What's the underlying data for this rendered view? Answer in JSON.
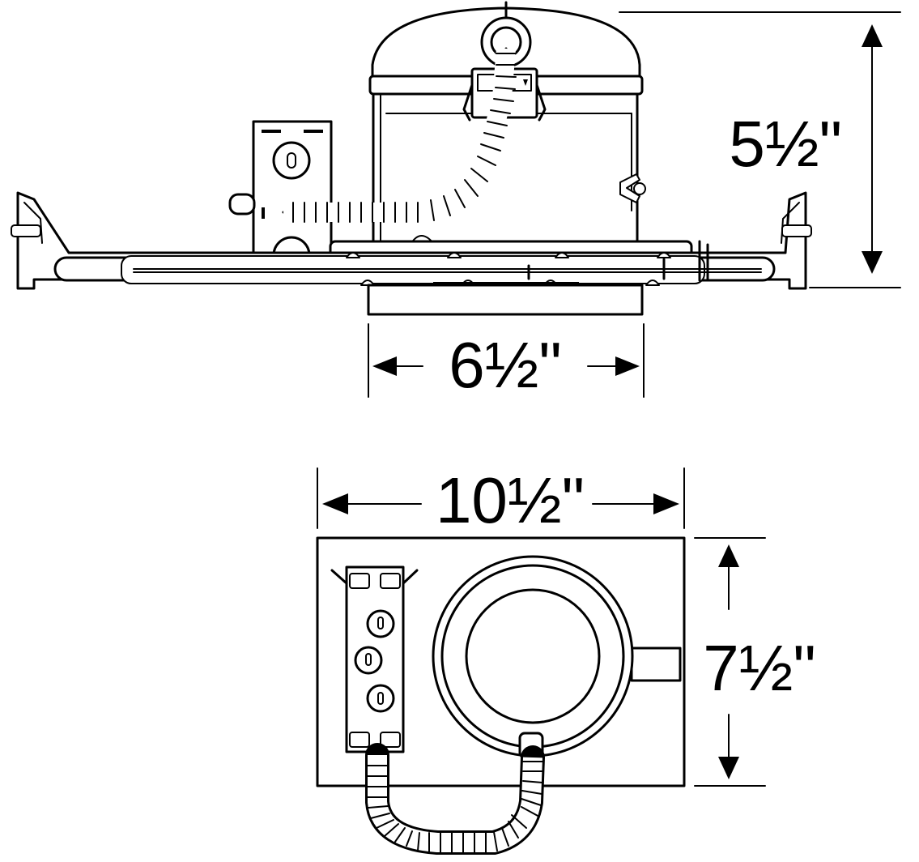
{
  "dimensions": {
    "height_side": "5½\"",
    "width_side": "6½\"",
    "width_top": "10½\"",
    "height_top": "7½\""
  },
  "colors": {
    "stroke": "#000000",
    "background": "#ffffff"
  }
}
